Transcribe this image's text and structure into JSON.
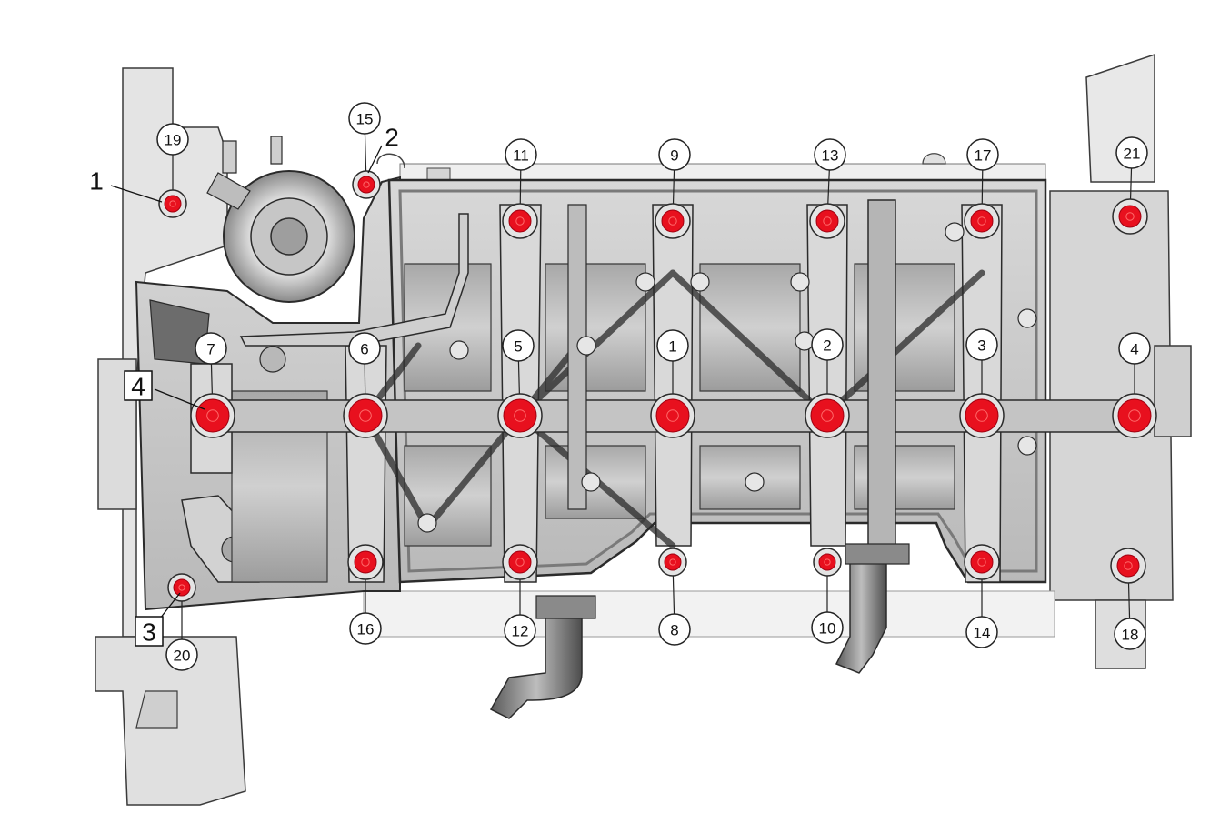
{
  "colors": {
    "bolt": "#e8101e",
    "bolt_ring": "#8c8c8c",
    "casting": "#c9c9c9",
    "casting_dark": "#7d7d7d",
    "casting_light": "#e6e6e6",
    "gasket": "#9a9a9a",
    "outline": "#2b2b2b",
    "callout_fill": "#ffffff",
    "callout_stroke": "#222222"
  },
  "bolts": [
    {
      "label": "1",
      "size": "large",
      "x_col": "c4",
      "row": "middle"
    },
    {
      "label": "2",
      "size": "large",
      "x_col": "c5",
      "row": "middle"
    },
    {
      "label": "3",
      "size": "large",
      "x_col": "c6",
      "row": "middle"
    },
    {
      "label": "4",
      "size": "large",
      "x_col": "c7",
      "row": "middle"
    },
    {
      "label": "5",
      "size": "large",
      "x_col": "c3",
      "row": "middle"
    },
    {
      "label": "6",
      "size": "large",
      "x_col": "c2",
      "row": "middle"
    },
    {
      "label": "7",
      "size": "large",
      "x_col": "c1",
      "row": "middle"
    },
    {
      "label": "8",
      "size": "small",
      "x_col": "c4",
      "row": "bottom"
    },
    {
      "label": "9",
      "size": "medium",
      "x_col": "c4",
      "row": "top"
    },
    {
      "label": "10",
      "size": "small",
      "x_col": "c5",
      "row": "bottom"
    },
    {
      "label": "11",
      "size": "medium",
      "x_col": "c3",
      "row": "top"
    },
    {
      "label": "12",
      "size": "medium",
      "x_col": "c3",
      "row": "bottom"
    },
    {
      "label": "13",
      "size": "medium",
      "x_col": "c5",
      "row": "top"
    },
    {
      "label": "14",
      "size": "medium",
      "x_col": "c6",
      "row": "bottom"
    },
    {
      "label": "15",
      "size": "small",
      "x_col": "c15",
      "row": "top"
    },
    {
      "label": "16",
      "size": "medium",
      "x_col": "c2",
      "row": "bottom"
    },
    {
      "label": "17",
      "size": "medium",
      "x_col": "c6",
      "row": "top"
    },
    {
      "label": "18",
      "size": "medium",
      "x_col": "c7",
      "row": "bottom"
    },
    {
      "label": "19",
      "size": "small",
      "x_col": "c0",
      "row": "top"
    },
    {
      "label": "20",
      "size": "small",
      "x_col": "c0",
      "row": "bottom"
    },
    {
      "label": "21",
      "size": "medium",
      "x_col": "c7",
      "row": "top"
    }
  ],
  "reference_labels": [
    {
      "label": "1",
      "style": "plain"
    },
    {
      "label": "2",
      "style": "plain"
    },
    {
      "label": "3",
      "style": "boxed"
    },
    {
      "label": "4",
      "style": "boxed"
    }
  ]
}
